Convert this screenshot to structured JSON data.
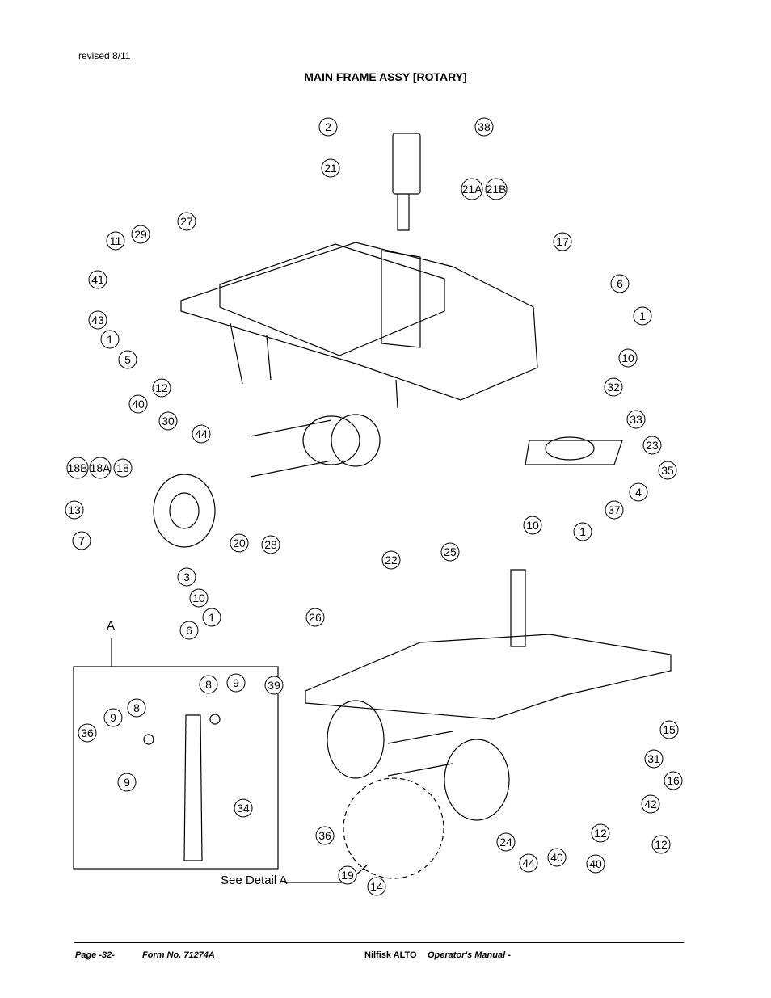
{
  "header": {
    "revised": "revised 8/11",
    "title": "MAIN FRAME ASSY [ROTARY]"
  },
  "drawing": {
    "detail_letter": "A",
    "see_detail_label": "See Detail A",
    "callouts": [
      "2",
      "38",
      "21",
      "21A",
      "21B",
      "27",
      "11",
      "29",
      "41",
      "17",
      "6",
      "1",
      "43",
      "1",
      "5",
      "10",
      "12",
      "40",
      "30",
      "44",
      "32",
      "33",
      "23",
      "18B",
      "18A",
      "18",
      "35",
      "4",
      "13",
      "37",
      "7",
      "20",
      "28",
      "22",
      "25",
      "10",
      "1",
      "3",
      "26",
      "10",
      "1",
      "6",
      "8",
      "9",
      "39",
      "9",
      "8",
      "36",
      "9",
      "34",
      "15",
      "31",
      "16",
      "42",
      "12",
      "40",
      "36",
      "24",
      "44",
      "40",
      "12",
      "19",
      "14"
    ]
  },
  "footer": {
    "page": "Page  -32-",
    "form": "Form No. 71274A",
    "brand": "Nilfisk ALTO",
    "manual": "Operator's Manual -"
  }
}
